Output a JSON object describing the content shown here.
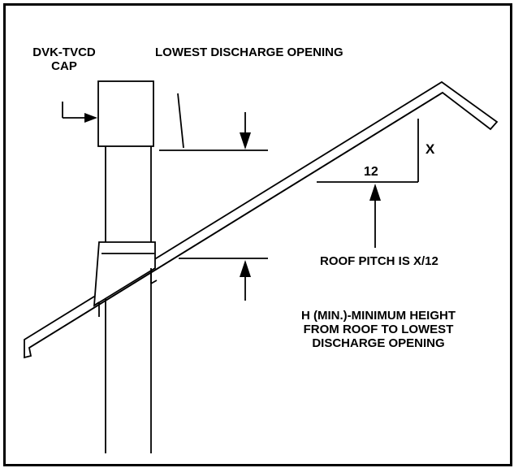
{
  "labels": {
    "cap_line1": "DVK-TVCD",
    "cap_line2": "CAP",
    "lowest_discharge": "LOWEST DISCHARGE OPENING",
    "x_mark": "X",
    "twelve_mark": "12",
    "roof_pitch": "ROOF PITCH IS X/12",
    "h_line1": "H (MIN.)-MINIMUM HEIGHT",
    "h_line2": "FROM ROOF TO LOWEST",
    "h_line3": "DISCHARGE OPENING"
  },
  "colors": {
    "ink": "#000000",
    "paper": "#ffffff"
  }
}
